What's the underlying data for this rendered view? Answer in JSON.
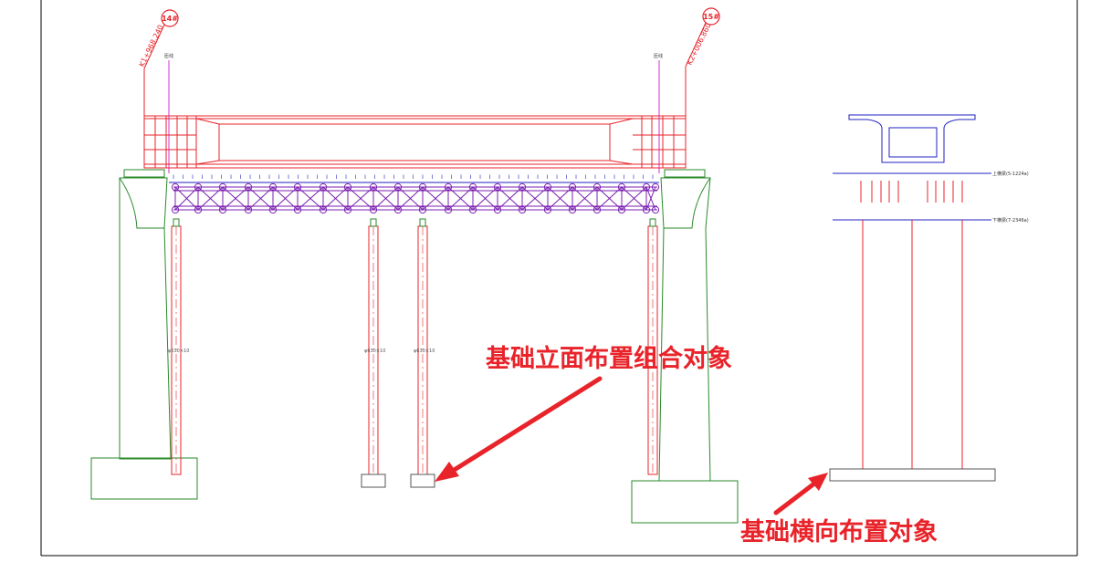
{
  "piers": {
    "left": {
      "label": "14#",
      "station": "K1+968.240",
      "note": "匝线"
    },
    "right": {
      "label": "15#",
      "station": "K2+006.860",
      "note": "匝线"
    }
  },
  "pipe_label": "φ630×10",
  "cross_section": {
    "upper_beam_label": "上横梁(5-1224a)",
    "lower_beam_label": "下横梁(7-2346a)"
  },
  "annotations": {
    "elevation": "基础立面布置组合对象",
    "transverse": "基础横向布置对象"
  },
  "colors": {
    "red": "#e8232a",
    "green": "#2a8a2a",
    "blue": "#2020c0",
    "purple": "#7a1fb0",
    "magenta": "#d030d0"
  }
}
